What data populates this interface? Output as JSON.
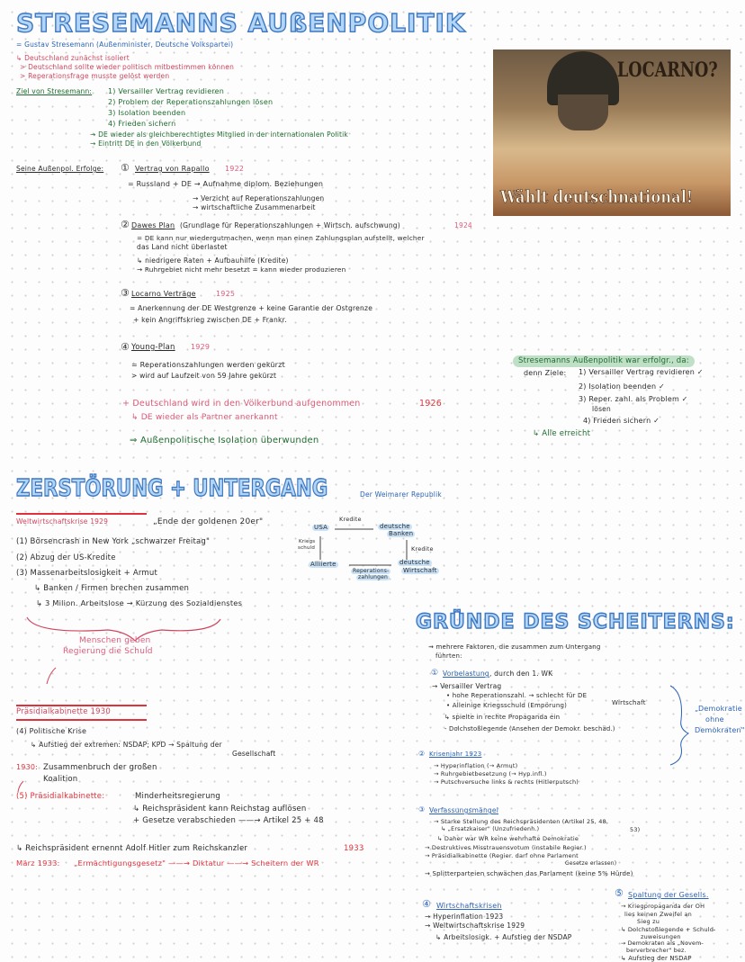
{
  "titles": {
    "aussenpolitik": "STRESEMANNS AUßENPOLITIK",
    "zerstoerung": "ZERSTÖRUNG + UNTERGANG",
    "weimar_sub": "Der Weimarer Republik",
    "gruende": "GRÜNDE DES SCHEITERNS:"
  },
  "poster": {
    "headline": "LOCARNO?",
    "slogan": "Wählt deutschnational!"
  },
  "intro": {
    "def": "= Gustav Stresemann (Außenminister, Deutsche Volkspartei)",
    "isoliert": "↳ Deutschland zunächst isoliert",
    "p1": "> Deutschland sollte wieder politisch mitbestimmen können",
    "p2": "> Reperationsfrage musste gelöst werden"
  },
  "ziele": {
    "label": "Ziel von Stresemann:",
    "items": [
      "1) Versailler Vertrag revidieren",
      "2) Problem der Reperationszahlungen lösen",
      "3) Isolation beenden",
      "4) Frieden sichern"
    ],
    "arrows": [
      "→ DE wieder als gleichberechtigtes Mitglied in der internationalen Politik",
      "→ Eintritt DE in den Völkerbund"
    ]
  },
  "erfolge": {
    "label": "Seine Außenpol. Erfolge:",
    "rapallo": {
      "num": "①",
      "title": "Vertrag von Rapallo",
      "year": "1922",
      "l1": "= Russland + DE → Aufnahme diplom. Beziehungen",
      "l2": "→ Verzicht auf Reperationszahlungen",
      "l3": "→ wirtschaftliche Zusammenarbeit"
    },
    "dawes": {
      "num": "②",
      "title": "Dawes Plan",
      "desc": "(Grundlage für Reperationszahlungen + Wirtsch. aufschwung)",
      "year": "1924",
      "l1": "= DE kann nur wiedergutmachen, wenn man einen Zahlungsplan aufstellt, welcher",
      "l2": "das Land nicht überlastet",
      "l3": "↳ niedrigere Raten + Aufbauhilfe (Kredite)",
      "l4": "→ Ruhrgebiet nicht mehr besetzt = kann wieder produzieren"
    },
    "locarno": {
      "num": "③",
      "title": "Locarno Verträge",
      "year": "1925",
      "l1": "= Anerkennung der DE Westgrenze + keine Garantie der Ostgrenze",
      "l2": "+ kein Angriffskrieg zwischen DE + Frankr."
    },
    "young": {
      "num": "④",
      "title": "Young-Plan",
      "year": "1929",
      "l1": "= Reperationszahlungen werden gekürzt",
      "l2": "> wird auf Laufzeit von 59 Jahre gekürzt"
    },
    "voelkerbund": "+ Deutschland wird in den Völkerbund aufgenommen",
    "voelkerbund_year": "1926",
    "partner": "↳ DE wieder als Partner anerkannt",
    "fazit": "⇒ Außenpolitische Isolation überwunden"
  },
  "bilanz": {
    "heading": "Stresemanns Außenpolitik war erfolgr., da:",
    "label": "denn Ziele:",
    "items": [
      "1) Versailler Vertrag revidieren ✓",
      "2) Isolation beenden ✓",
      "3) Reper. zahl. als Problem ✓",
      "lösen",
      "4) Frieden sichern ✓"
    ],
    "result": "↳ Alle erreicht"
  },
  "krise": {
    "heading": "Weltwirtschaftskrise 1929",
    "quote": "„Ende der goldenen 20er\"",
    "items": [
      "(1) Börsencrash in New York „schwarzer Freitag\"",
      "(2) Abzug der US-Kredite",
      "(3) Massenarbeitslosigkeit + Armut"
    ],
    "sub1": "↳ Banken / Firmen brechen zusammen",
    "sub2": "↳ 3 Milion. Arbeitslose → Kürzung des Sozialdienstes",
    "schuld1": "Menschen geben",
    "schuld2": "Regierung die Schuld"
  },
  "kreislauf": {
    "usa": "USA",
    "kredite1": "Kredite",
    "banken1": "deutsche",
    "banken2": "Banken",
    "kredite2": "Kredite",
    "wirtschaft1": "deutsche",
    "wirtschaft2": "Wirtschaft",
    "rep1": "Reperations-",
    "rep2": "zahlungen",
    "alliierte": "Alliierte",
    "kriegs1": "Kriegs",
    "kriegs2": "schuld"
  },
  "praesidial": {
    "heading": "Präsidialkabinette 1930",
    "p4": "(4) Politische Krise",
    "p4sub": "↳ Aufstieg der extremen: NSDAP; KPD → Spaltung der",
    "p4sub2": "Gesellschaft",
    "y1930": "1930:",
    "zusammen1": "Zusammenbruch der großen",
    "zusammen2": "Koalition",
    "p5label": "(5) Präsidialkabinette:",
    "p5": "Minderheitsregierung",
    "p5sub1": "↳ Reichspräsident kann Reichstag auflösen",
    "p5sub2": "+ Gesetze verabschieden ——→ Artikel 25 + 48",
    "hitler": "↳ Reichspräsident ernennt Adolf Hitler zum Reichskanzler",
    "hitler_year": "1933",
    "maerz": "März 1933:",
    "ermaecht": "„Ermächtigungsgesetz\" ——→ Diktatur ——→ Scheitern der WR"
  },
  "gruende": {
    "intro1": "→ mehrere Faktoren, die zusammen zum Untergang",
    "intro2": "führten:",
    "g1": {
      "num": "①",
      "title": "Vorbelastung",
      "rest": ", durch den 1. WK",
      "l1": "→ Versailler Vertrag",
      "l2": "• hohe Reperationszahl. → schlecht für DE",
      "l2b": "Wirtschaft",
      "l3": "• Alleinige Kriegsschuld (Empörung)",
      "l4": "↳ spielte in rechte Propaganda ein",
      "l5": "- Dolchstoßlegende (Ansehen der Demokr. beschäd.)"
    },
    "demokratie": [
      "„Demokratie",
      "ohne",
      "Demokraten\""
    ],
    "g2": {
      "num": "②",
      "title": "Krisenjahr 1923",
      "l1": "→ Hyperinflation (→ Armut)",
      "l2": "→ Ruhrgebietbesetzung (→ Hyp.infl.)",
      "l3": "→ Putschversuche links & rechts (Hitlerputsch)"
    },
    "g3": {
      "num": "③",
      "title": "Verfassungsmängel",
      "l1": "→ Starke Stellung des Reichspräsidenten (Artikel 25, 48,",
      "l1b": "53)",
      "l2": "↳ „Ersatzkaiser\" (Unzufriedenh.)",
      "l3": "↳ Daher war WR keine wehrhafte Demokratie",
      "l4": "→ Destruktives Misstrauensvotum (instabile Regier.)",
      "l5": "→ Präsidialkabinette (Regier. darf ohne Parlament",
      "l5b": "Gesetze erlassen)",
      "l6": "→ Splitterparteien schwächen das Parlament (keine 5% Hürde)"
    },
    "g4": {
      "num": "④",
      "title": "Wirtschaftskrisen",
      "l1": "→ Hyperinflation 1923",
      "l2": "→ Weltwirtschaftskrise 1929",
      "l3": "↳ Arbeitslosigk. + Aufstieg der NSDAP"
    },
    "g5": {
      "num": "⑤",
      "title": "Spaltung der Gesells.",
      "l1": "→ Kriegpropaganda der OH",
      "l2": "lies keinen Zweifel an",
      "l3": "Sieg zu",
      "l4": "↳ Dolchstoßlegende + Schuld-",
      "l5": "zuweisungen",
      "l6": "→ Demokraten als „Novem-",
      "l7": "berverbrecher\" bez.",
      "l8": "↳ Aufstieg der NSDAP"
    }
  },
  "colors": {
    "title_fill": "#b3d6f6",
    "title_stroke": "#3e78c2",
    "red": "#d0455d",
    "green": "#1f6b2f",
    "blue": "#2c63b4"
  }
}
